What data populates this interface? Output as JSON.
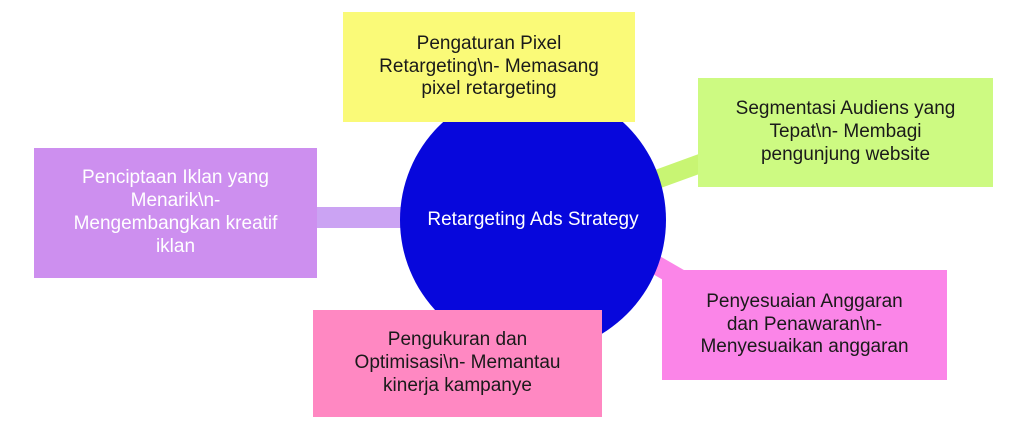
{
  "diagram": {
    "title": "Retargeting Ads Strategy",
    "background_color": "#ffffff",
    "text_color_dark": "#1a1a1a",
    "text_color_light": "#ffffff",
    "center": {
      "label": "Retargeting Ads Strategy",
      "shape": "circle",
      "bg": "#0707dc",
      "text_color": "#ffffff"
    },
    "nodes": [
      {
        "id": "pengaturan-pixel",
        "label": "Pengaturan Pixel Retargeting\\n- Memasang pixel retargeting",
        "bg": "#fafa78",
        "text_color": "#1a1a1a",
        "position": "top"
      },
      {
        "id": "segmentasi-audiens",
        "label": "Segmentasi Audiens yang Tepat\\n- Membagi pengunjung website",
        "bg": "#cdfa82",
        "text_color": "#1a1a1a",
        "position": "top-right"
      },
      {
        "id": "penciptaan-iklan",
        "label": "Penciptaan Iklan yang Menarik\\n- Mengembangkan kreatif iklan",
        "bg": "#cd8fef",
        "text_color": "#ffffff",
        "position": "left"
      },
      {
        "id": "pengukuran-optimisasi",
        "label": "Pengukuran dan Optimisasi\\n- Memantau kinerja kampanye",
        "bg": "#ff88c2",
        "text_color": "#1a1a1a",
        "position": "bottom"
      },
      {
        "id": "penyesuaian-anggaran",
        "label": "Penyesuaian Anggaran dan Penawaran\\n- Menyesuaikan anggaran",
        "bg": "#fb85e8",
        "text_color": "#1a1a1a",
        "position": "bottom-right"
      }
    ],
    "connectors": [
      {
        "from": "center",
        "to": "penciptaan-iklan",
        "color": "#cba3f3"
      },
      {
        "from": "center",
        "to": "segmentasi-audiens",
        "color": "#c8f573"
      },
      {
        "from": "center",
        "to": "penyesuaian-anggaran",
        "color": "#fb85e8"
      }
    ]
  }
}
